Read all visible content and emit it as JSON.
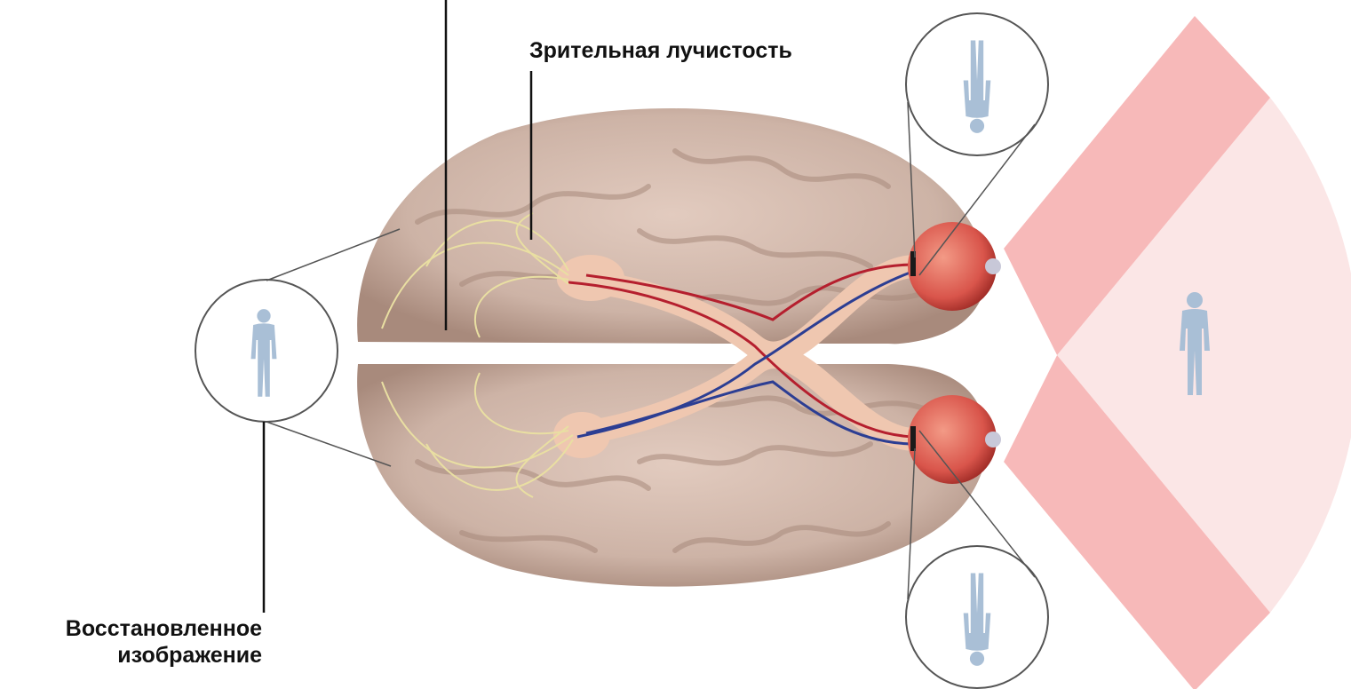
{
  "labels": {
    "optic_radiation": "Зрительная лучистость",
    "restored_image_line1": "Восстановленное",
    "restored_image_line2": "изображение"
  },
  "colors": {
    "brain": "#cdb3a6",
    "brain_shadow": "#a88a7c",
    "fissure": "#ffffff",
    "field_band": "#f7b9b9",
    "field_light": "#fbe6e6",
    "figure": "#a9bfd6",
    "nerve_red": "#b51f2e",
    "nerve_blue": "#2c3e93",
    "tract": "#efc7b0",
    "radiation_fibers": "#e9dfa2",
    "eye": "#d9554b",
    "leader_line": "#333333"
  },
  "icons": [
    "brain-illustration",
    "eye-icon",
    "human-figure-icon"
  ]
}
